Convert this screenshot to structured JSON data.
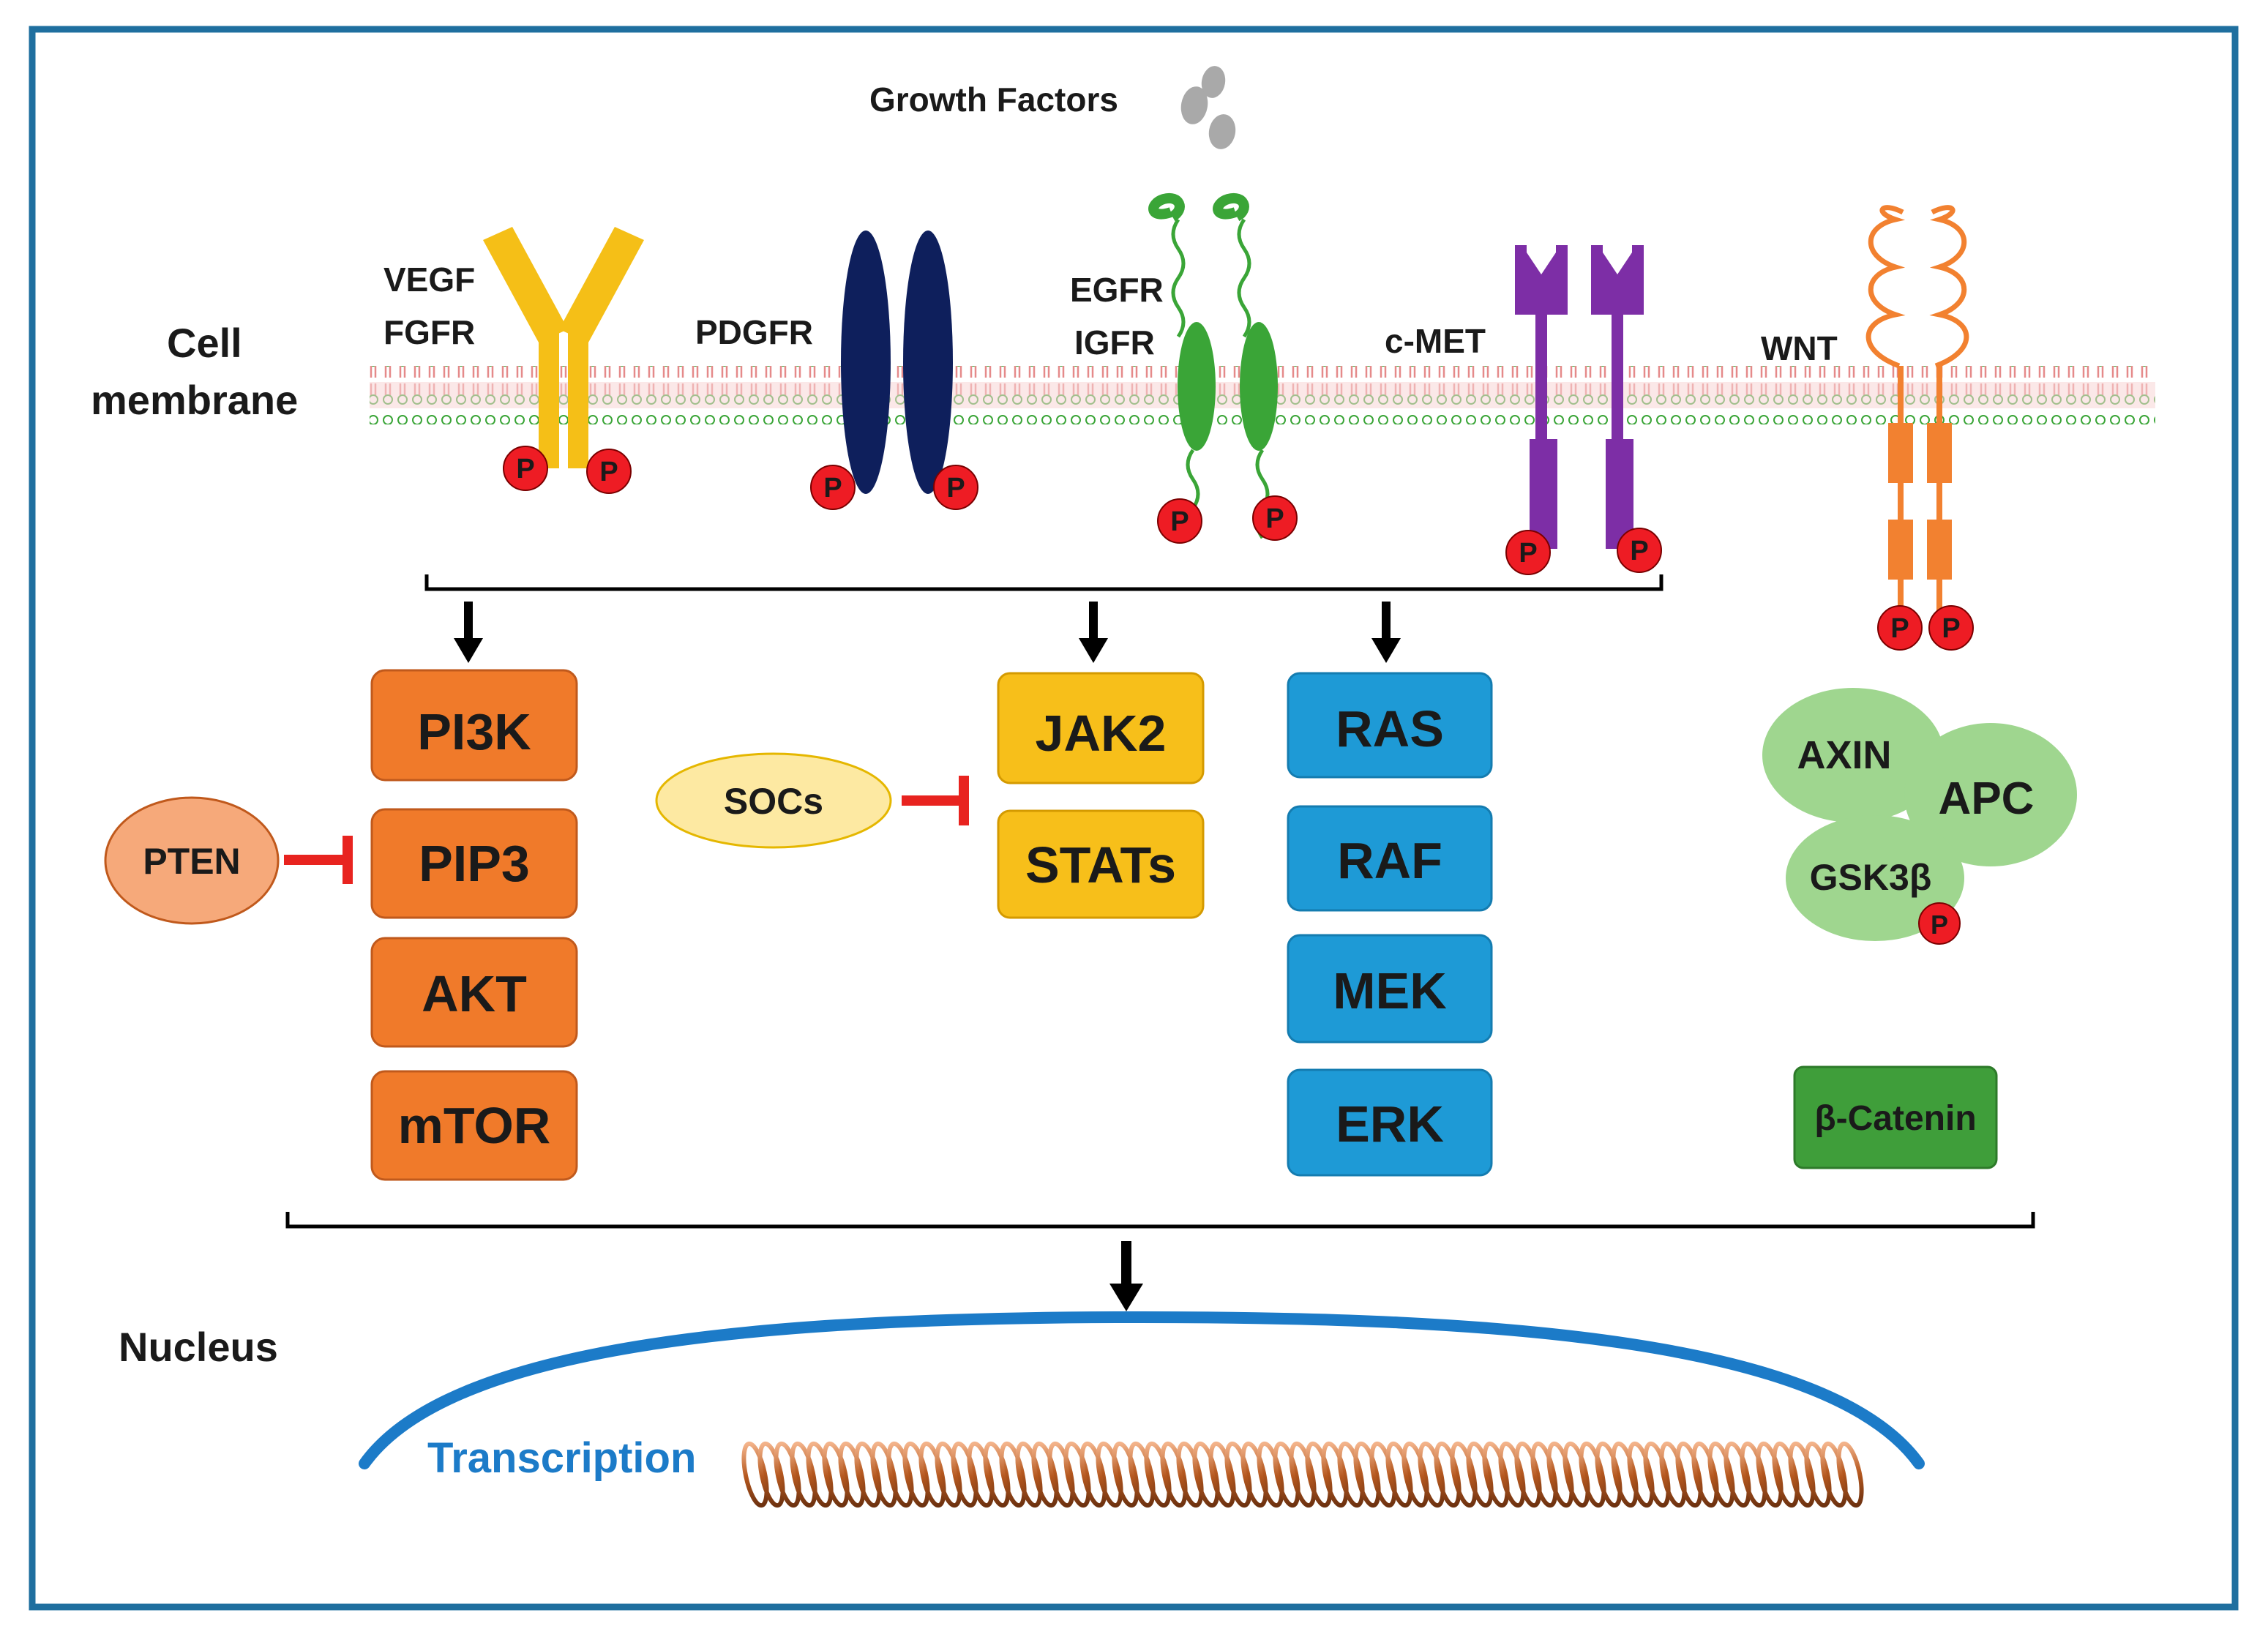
{
  "labels": {
    "growth_factors": "Growth Factors",
    "cell": "Cell",
    "membrane": "membrane",
    "nucleus": "Nucleus",
    "transcription": "Transcription"
  },
  "receptors": {
    "vegf": "VEGF",
    "fgfr": "FGFR",
    "pdgfr": "PDGFR",
    "egfr": "EGFR",
    "igfr": "IGFR",
    "cmet": "c-MET",
    "wnt": "WNT"
  },
  "phospho": "P",
  "pi3k_path": [
    "PI3K",
    "PIP3",
    "AKT",
    "mTOR"
  ],
  "jak_path": [
    "JAK2",
    "STATs"
  ],
  "ras_path": [
    "RAS",
    "RAF",
    "MEK",
    "ERK"
  ],
  "inhibitors": {
    "pten": "PTEN",
    "socs": "SOCs"
  },
  "destruction_complex": {
    "axin": "AXIN",
    "apc": "APC",
    "gsk3b": "GSK3β"
  },
  "beta_catenin": "β-Catenin",
  "colors": {
    "frame": "#1f6f9f",
    "pi3k": "#f07a2a",
    "pi3k_border": "#c0591c",
    "jak": "#f7bf1a",
    "ras": "#1e9ad6",
    "pten": "#f6a97a",
    "socs": "#fde9a2",
    "complex": "#9fd68f",
    "catenin": "#3f9e3a",
    "inhibit": "#e8231f",
    "phospho": "#ee1c24",
    "vegf_receptor": "#f5bf17",
    "pdgfr_receptor": "#0e1f5c",
    "egfr_receptor": "#3aa537",
    "cmet_receptor": "#7d2ea6",
    "wnt_receptor": "#f28130",
    "transcription": "#1c7bc8"
  }
}
